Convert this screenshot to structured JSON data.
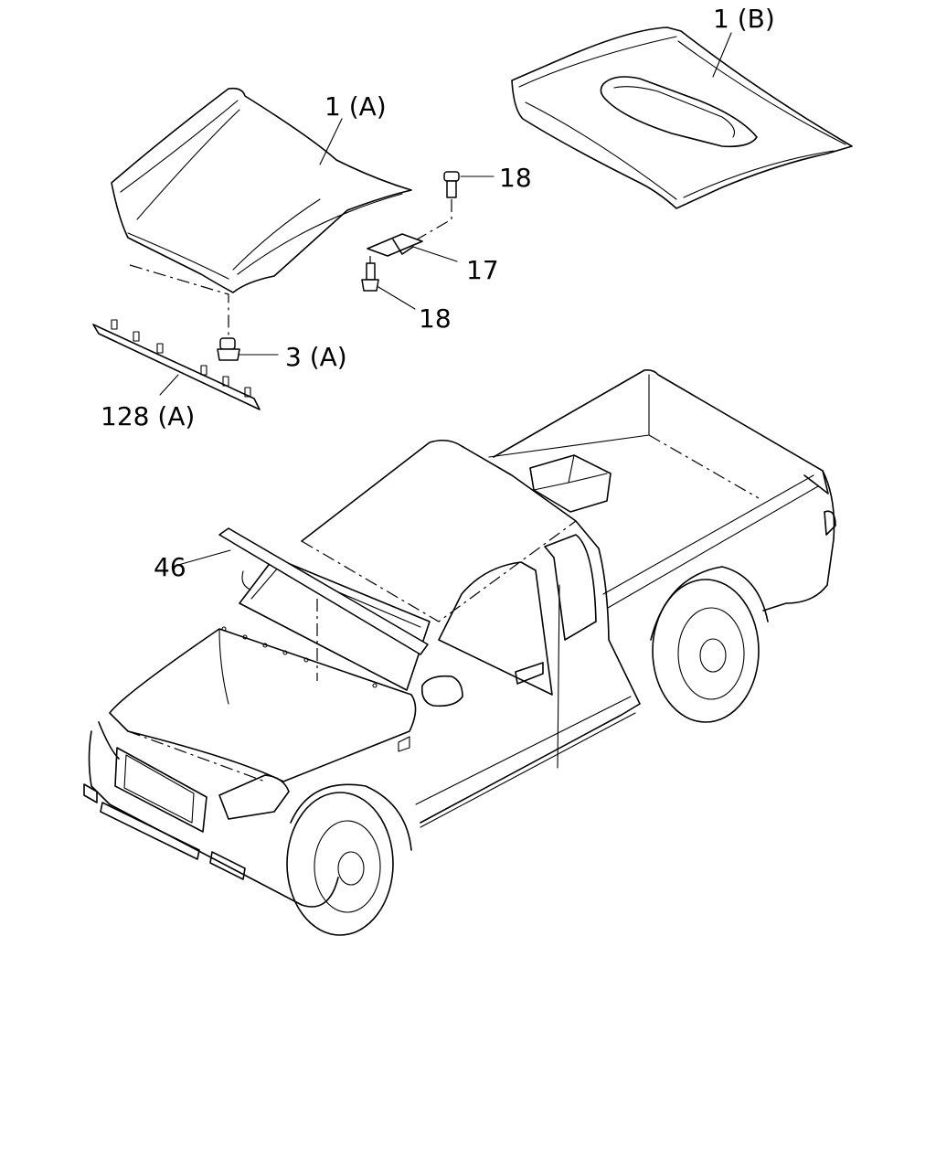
{
  "callouts": {
    "hood_a": "1 (A)",
    "hood_b": "1 (B)",
    "bolt_upper": "18",
    "bolt_lower": "18",
    "striker": "17",
    "bumper": "3 (A)",
    "molding": "128 (A)",
    "weatherstrip": "46"
  }
}
